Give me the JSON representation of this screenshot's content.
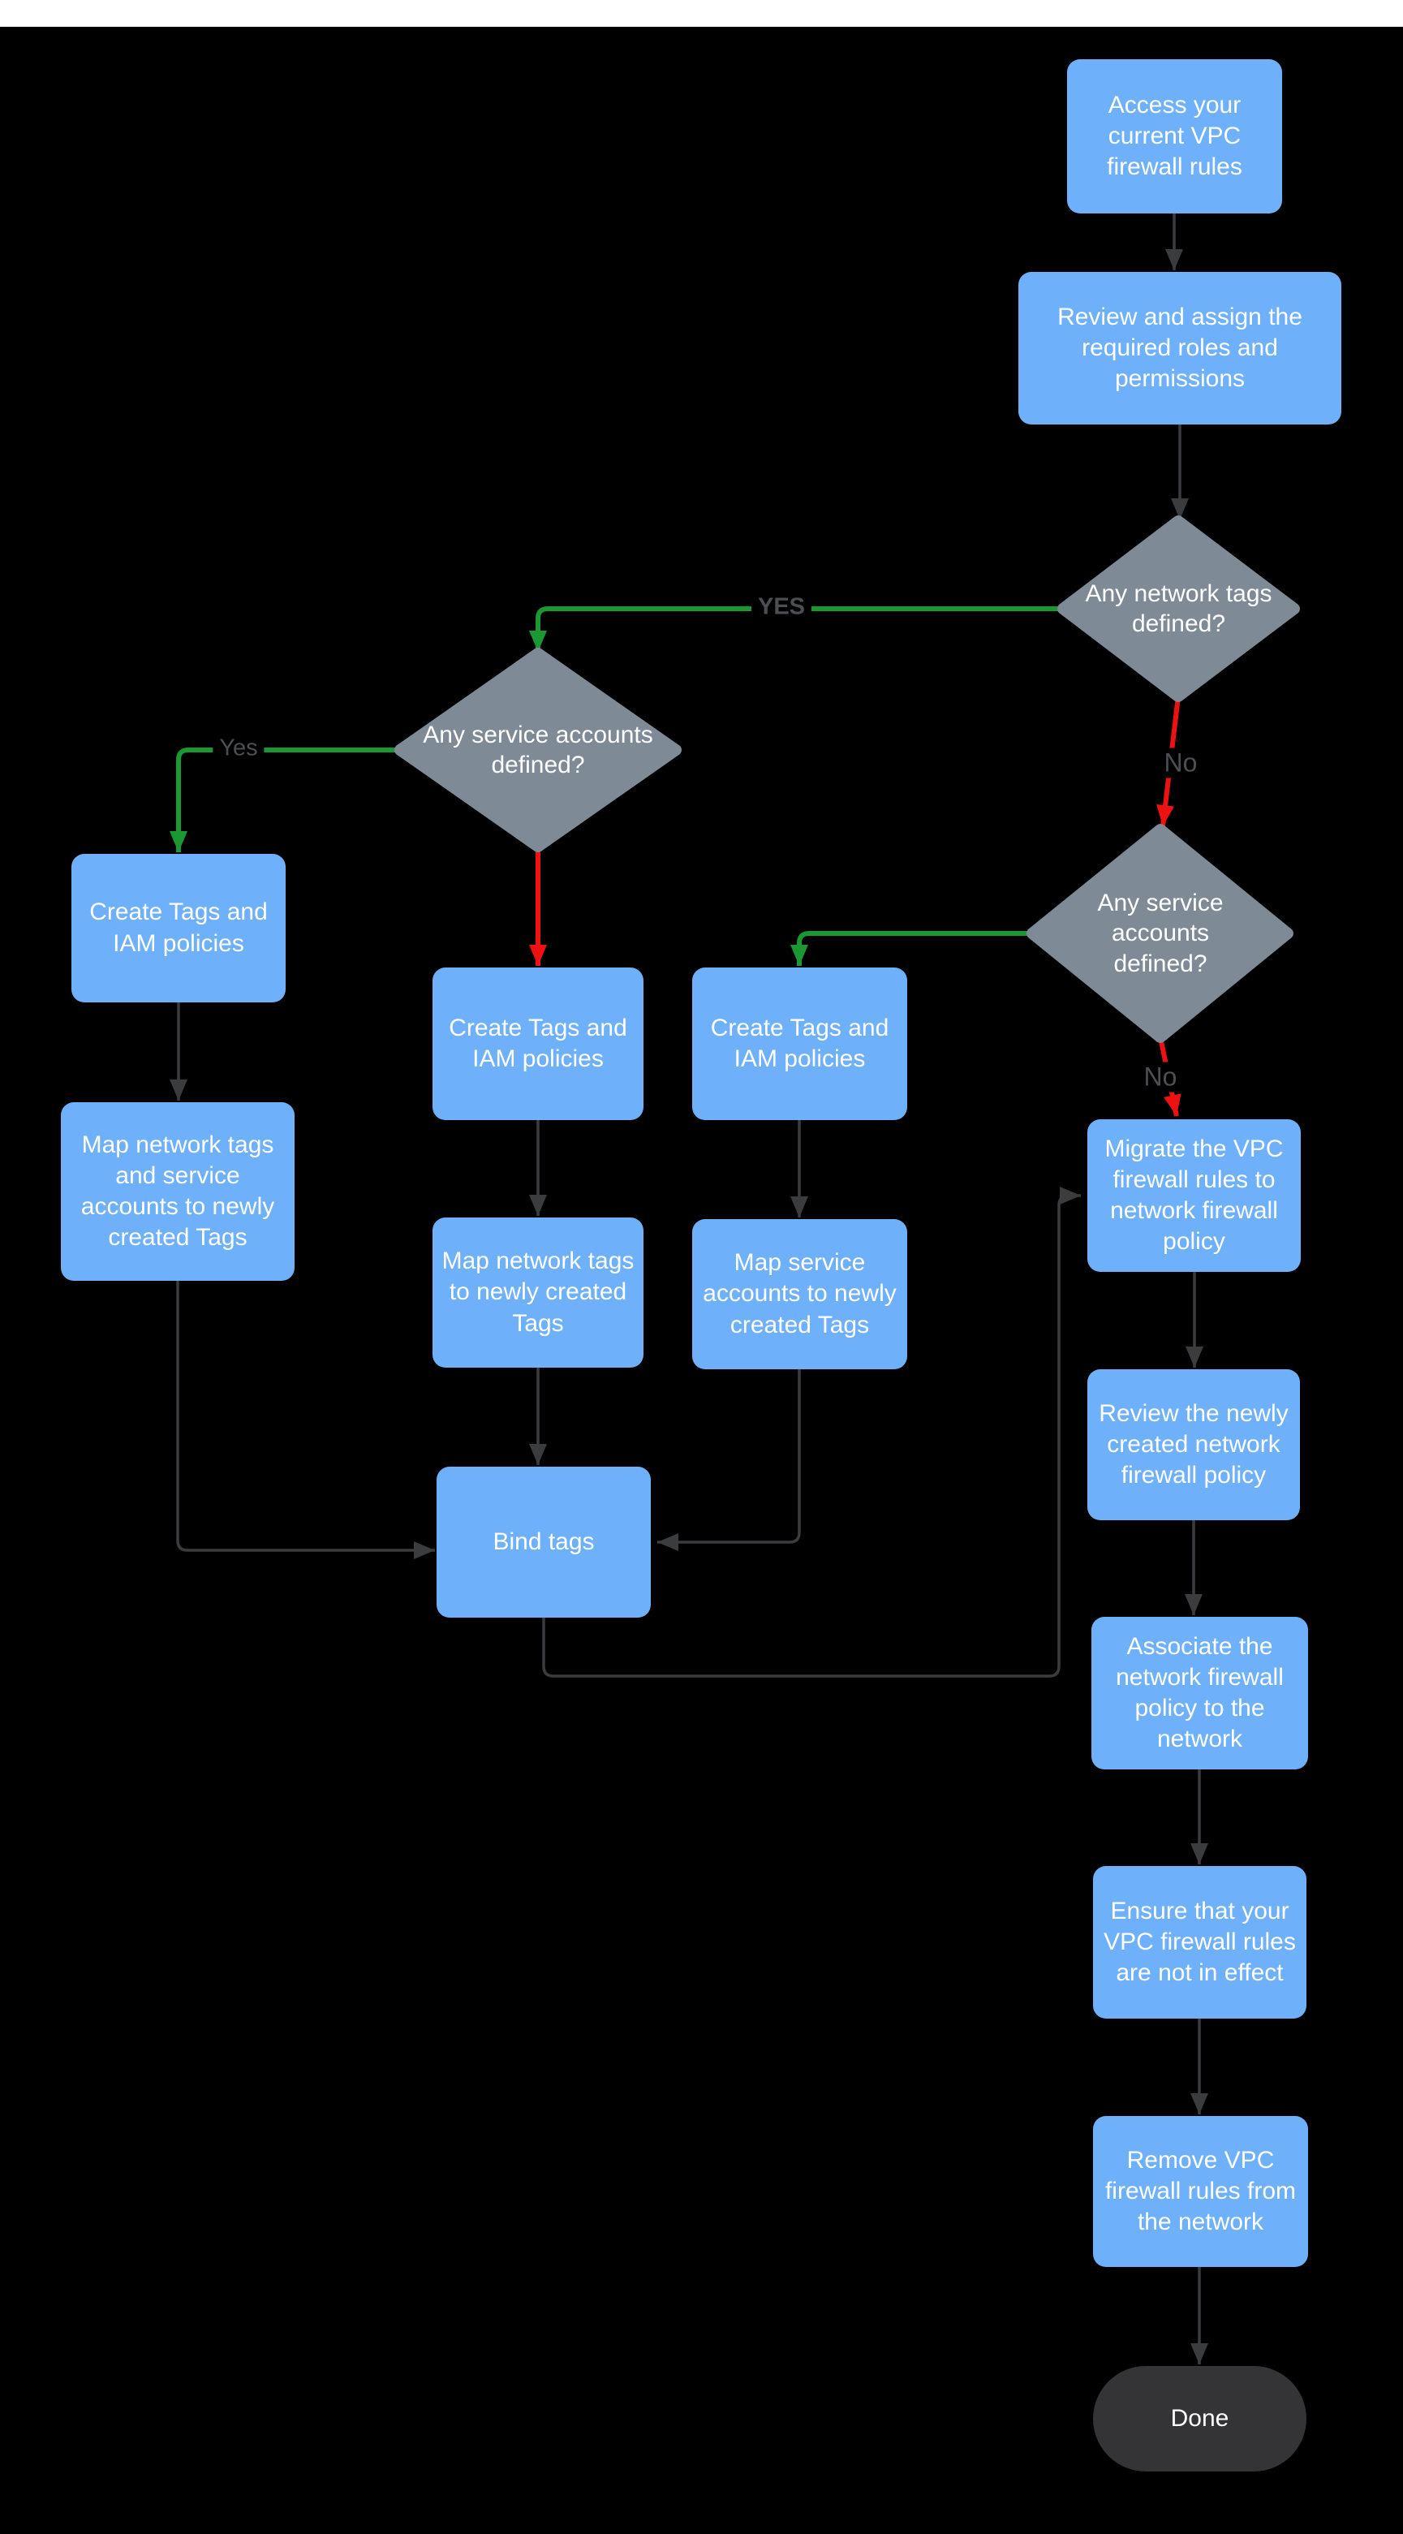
{
  "page": {
    "background_color": "#000000",
    "top_bar_color": "#ffffff"
  },
  "colors": {
    "process_fill": "#6fb0fa",
    "decision_fill": "#7e8b97",
    "terminator_fill": "#343436",
    "node_text": "#ffffff",
    "connector": "#3a3c3e",
    "yes_branch": "#1a9932",
    "no_branch": "#ee1111",
    "edge_label_text": "#4b4e52"
  },
  "nodes": {
    "access": {
      "type": "process",
      "label": "Access your current VPC firewall rules"
    },
    "review_roles": {
      "type": "process",
      "label": "Review and assign the required roles and permissions"
    },
    "network_tags_defined": {
      "type": "decision",
      "label": "Any network tags defined?"
    },
    "service_accounts_defined_left": {
      "type": "decision",
      "label": "Any service accounts defined?"
    },
    "service_accounts_defined_right": {
      "type": "decision",
      "label": "Any service accounts defined?"
    },
    "create_tags_left": {
      "type": "process",
      "label": "Create Tags and IAM policies"
    },
    "map_tags_and_accounts": {
      "type": "process",
      "label": "Map network tags and service accounts to newly created Tags"
    },
    "create_tags_mid": {
      "type": "process",
      "label": "Create Tags and IAM policies"
    },
    "map_network_tags": {
      "type": "process",
      "label": "Map network tags to newly created Tags"
    },
    "create_tags_right": {
      "type": "process",
      "label": "Create Tags and IAM policies"
    },
    "map_service_accounts": {
      "type": "process",
      "label": "Map service accounts to newly created Tags"
    },
    "bind_tags": {
      "type": "process",
      "label": "Bind tags"
    },
    "migrate": {
      "type": "process",
      "label": "Migrate the VPC firewall rules to network firewall policy"
    },
    "review_policy": {
      "type": "process",
      "label": "Review the newly created network firewall policy"
    },
    "associate": {
      "type": "process",
      "label": "Associate the network firewall policy to the network"
    },
    "ensure": {
      "type": "process",
      "label": "Ensure that your VPC firewall rules are not in effect"
    },
    "remove": {
      "type": "process",
      "label": "Remove VPC firewall rules from the network"
    },
    "done": {
      "type": "terminator",
      "label": "Done"
    }
  },
  "edge_labels": {
    "yes_upper": "YES",
    "yes_lower": "Yes",
    "no_upper": "No",
    "no_lower": "No"
  }
}
